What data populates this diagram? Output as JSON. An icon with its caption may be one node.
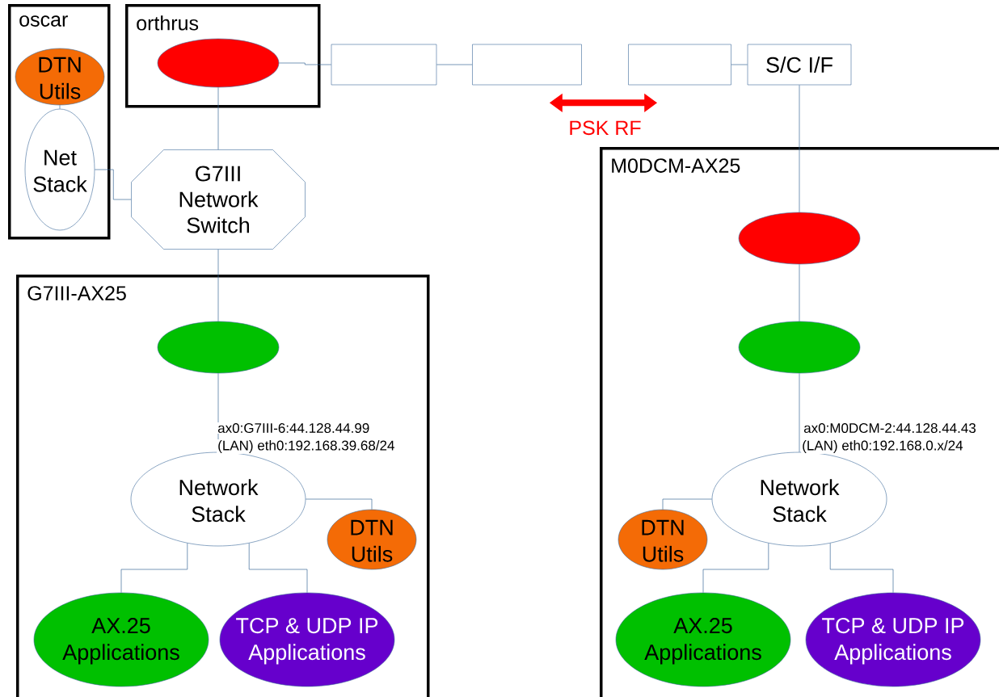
{
  "diagram": {
    "nodes": [
      {
        "text": [
          "oscar"
        ]
      },
      {
        "text": [
          "DTN Utils"
        ],
        "in": 0
      },
      {
        "text": [
          "Net Stack"
        ],
        "in": 0
      },
      {
        "text": [
          "orthrus"
        ]
      },
      {
        "text": [],
        "shape": "ellipse",
        "in": 3
      },
      {
        "text": [],
        "shape": "box"
      },
      {
        "text": [],
        "shape": "box"
      },
      {
        "text": [],
        "shape": "box"
      },
      {
        "text": [
          "S/C I/F"
        ]
      },
      {
        "text": [
          "G7III Network Switch"
        ]
      },
      {
        "text": [
          "G7III-AX25"
        ]
      },
      {
        "text": [],
        "shape": "ellipse",
        "in": 10
      },
      {
        "text": [
          "Network Stack"
        ],
        "in": 10
      },
      {
        "text": [
          "DTN Utils"
        ],
        "in": 10
      },
      {
        "text": [
          "AX.25 Applications"
        ],
        "in": 10
      },
      {
        "text": [
          "TCP & UDP IP Applications"
        ],
        "in": 10
      },
      {
        "text": [
          "M0DCM-AX25"
        ]
      },
      {
        "text": [],
        "shape": "ellipse",
        "in": 16
      },
      {
        "text": [],
        "shape": "ellipse",
        "in": 16
      },
      {
        "text": [
          "Network Stack"
        ],
        "in": 16
      },
      {
        "text": [
          "DTN Utils"
        ],
        "in": 16
      },
      {
        "text": [
          "AX.25 Applications"
        ],
        "in": 16
      },
      {
        "text": [
          "TCP & UDP IP Applications"
        ],
        "in": 16
      }
    ],
    "edges": [
      {
        "from": 1,
        "to": 2,
        "arrow": "none"
      },
      {
        "from": 2,
        "to": 9,
        "arrow": "none"
      },
      {
        "from": 4,
        "to": 5,
        "arrow": "none"
      },
      {
        "from": 5,
        "to": 6,
        "arrow": "none"
      },
      {
        "from": 6,
        "to": 7,
        "arrow": "both",
        "label": "PSK RF",
        "style": "thick",
        "color": "#ff0000"
      },
      {
        "from": 7,
        "to": 8,
        "arrow": "none"
      },
      {
        "from": 8,
        "to": 17,
        "arrow": "none"
      },
      {
        "from": 4,
        "to": 9,
        "arrow": "none"
      },
      {
        "from": 9,
        "to": 11,
        "arrow": "none"
      },
      {
        "from": 11,
        "to": 12,
        "arrow": "none"
      },
      {
        "from": 12,
        "to": 13,
        "arrow": "none"
      },
      {
        "from": 12,
        "to": 14,
        "arrow": "none"
      },
      {
        "from": 12,
        "to": 15,
        "arrow": "none"
      },
      {
        "from": 17,
        "to": 18,
        "arrow": "none"
      },
      {
        "from": 18,
        "to": 19,
        "arrow": "none"
      },
      {
        "from": 19,
        "to": 20,
        "arrow": "none"
      },
      {
        "from": 19,
        "to": 21,
        "arrow": "none"
      },
      {
        "from": 19,
        "to": 22,
        "arrow": "none"
      }
    ],
    "labels": [
      "ax0:G7III-6:44.128.44.99",
      "(LAN) eth0:192.168.39.68/24",
      "ax0:M0DCM-2:44.128.44.43",
      "(LAN) eth0:192.168.0.x/24"
    ]
  }
}
